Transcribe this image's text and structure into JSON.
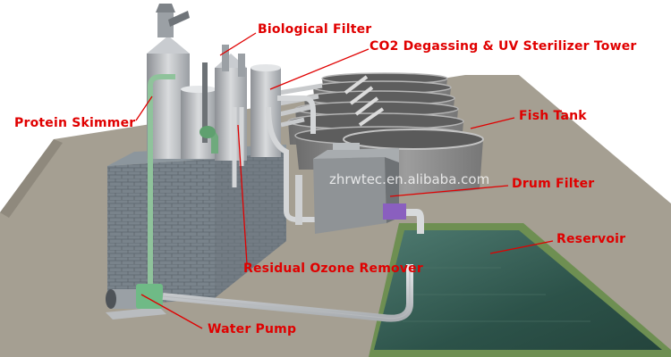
{
  "labels": {
    "biological_filter": "Biological Filter",
    "co2_tower": "CO2 Degassing & UV Sterilizer Tower",
    "protein_skimmer": "Protein Skimmer",
    "fish_tank": "Fish Tank",
    "drum_filter": "Drum Filter",
    "reservoir": "Reservoir",
    "ozone_remover": "Residual Ozone Remover",
    "water_pump": "Water Pump"
  },
  "watermark": {
    "url": "zhrwtec.en.alibaba.com"
  },
  "colors": {
    "label_red": "#e00000",
    "ground": "#a59f92",
    "water": "#2f5a50",
    "pipe": "#d4d6d8",
    "green_pipe": "#8fc39b",
    "tank": "#8f8f8f",
    "brick": "#79838b"
  }
}
